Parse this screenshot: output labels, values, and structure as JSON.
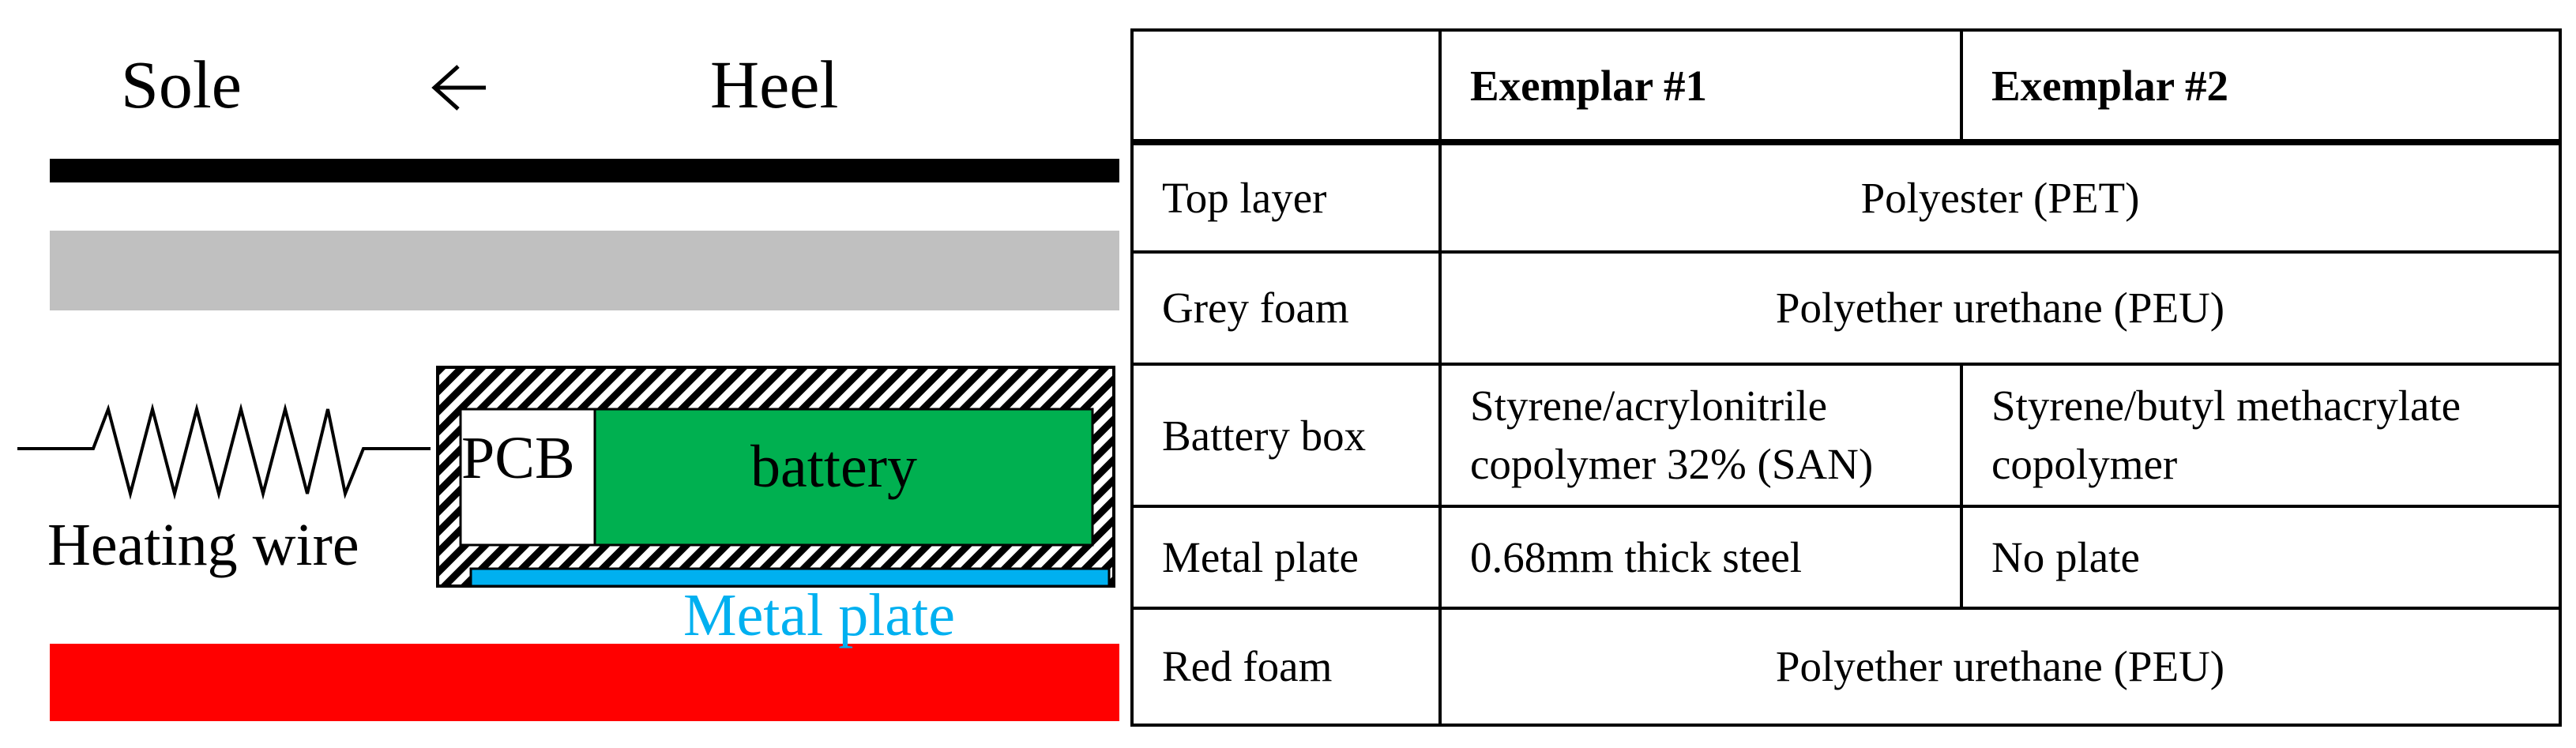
{
  "diagram": {
    "direction_left": "Sole",
    "direction_arrow": "←",
    "direction_right": "Heel",
    "pcb_label": "PCB",
    "battery_label": "battery",
    "heating_wire_label": "Heating wire",
    "metal_plate_label": "Metal plate",
    "colors": {
      "top_layer": "#000000",
      "grey_foam": "#c0c0c0",
      "battery": "#00b050",
      "metal_plate": "#00b0f0",
      "red_foam": "#ff0000"
    }
  },
  "table": {
    "headers": [
      "",
      "Exemplar #1",
      "Exemplar #2"
    ],
    "rows": [
      {
        "label": "Top layer",
        "shared": "Polyester (PET)"
      },
      {
        "label": "Grey foam",
        "shared": "Polyether urethane (PEU)"
      },
      {
        "label": "Battery box",
        "ex1": "Styrene/acrylonitrile copolymer 32% (SAN)",
        "ex2": "Styrene/butyl methacrylate copolymer"
      },
      {
        "label": "Metal plate",
        "ex1": "0.68mm thick steel",
        "ex2": "No plate"
      },
      {
        "label": "Red foam",
        "shared": "Polyether urethane (PEU)"
      }
    ]
  }
}
